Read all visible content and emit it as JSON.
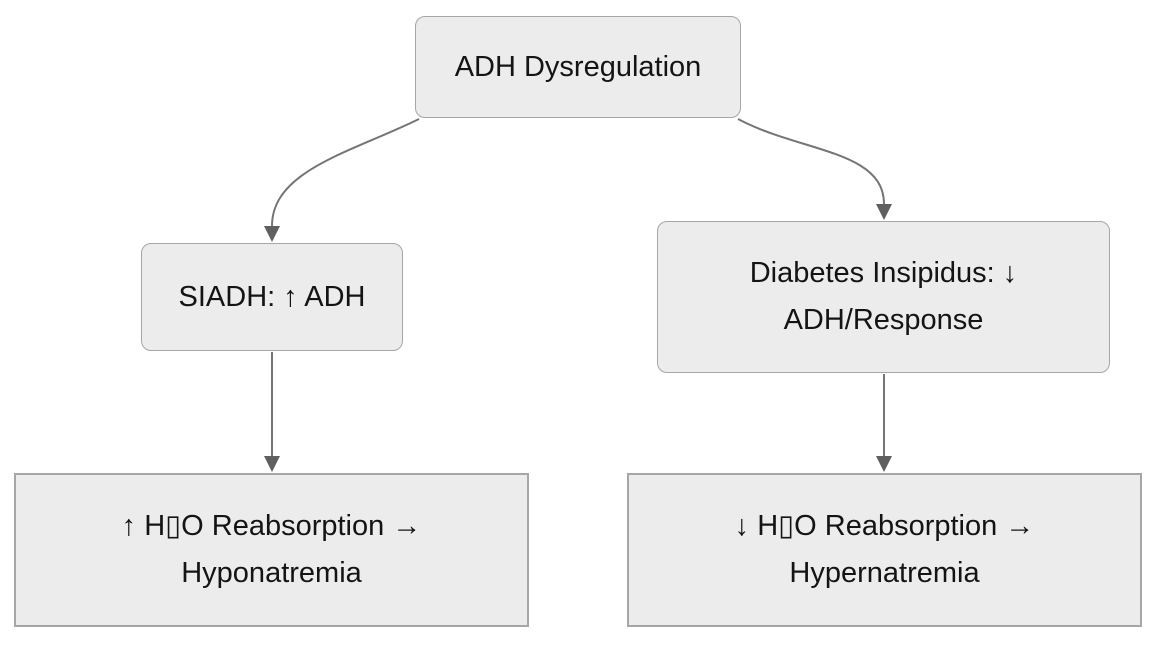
{
  "diagram": {
    "type": "flowchart",
    "background": "#ffffff",
    "colors": {
      "node_fill": "#ececec",
      "node_border": "#a6a6a6",
      "edge_line": "#757575",
      "arrowhead": "#5f5f5f",
      "text": "#141414"
    },
    "nodes": [
      {
        "id": "root",
        "shape": "rounded",
        "lines": [
          "ADH Dysregulation"
        ]
      },
      {
        "id": "siadh",
        "shape": "rounded",
        "lines": [
          "SIADH: ↑ ADH"
        ]
      },
      {
        "id": "di",
        "shape": "rounded",
        "lines": [
          "Diabetes Insipidus: ↓",
          "ADH/Response"
        ]
      },
      {
        "id": "hypo",
        "shape": "square",
        "lines": [
          "↑ H▯O Reabsorption →",
          "Hyponatremia"
        ]
      },
      {
        "id": "hyper",
        "shape": "square",
        "lines": [
          "↓ H▯O Reabsorption →",
          "Hypernatremia"
        ]
      }
    ],
    "edges": [
      {
        "from": "ADH Dysregulation",
        "to": "SIADH: ↑ ADH"
      },
      {
        "from": "ADH Dysregulation",
        "to": "Diabetes Insipidus: ↓ ADH/Response"
      },
      {
        "from": "SIADH: ↑ ADH",
        "to": "↑ H▯O Reabsorption → Hyponatremia"
      },
      {
        "from": "Diabetes Insipidus: ↓ ADH/Response",
        "to": "↓ H▯O Reabsorption → Hypernatremia"
      }
    ]
  }
}
